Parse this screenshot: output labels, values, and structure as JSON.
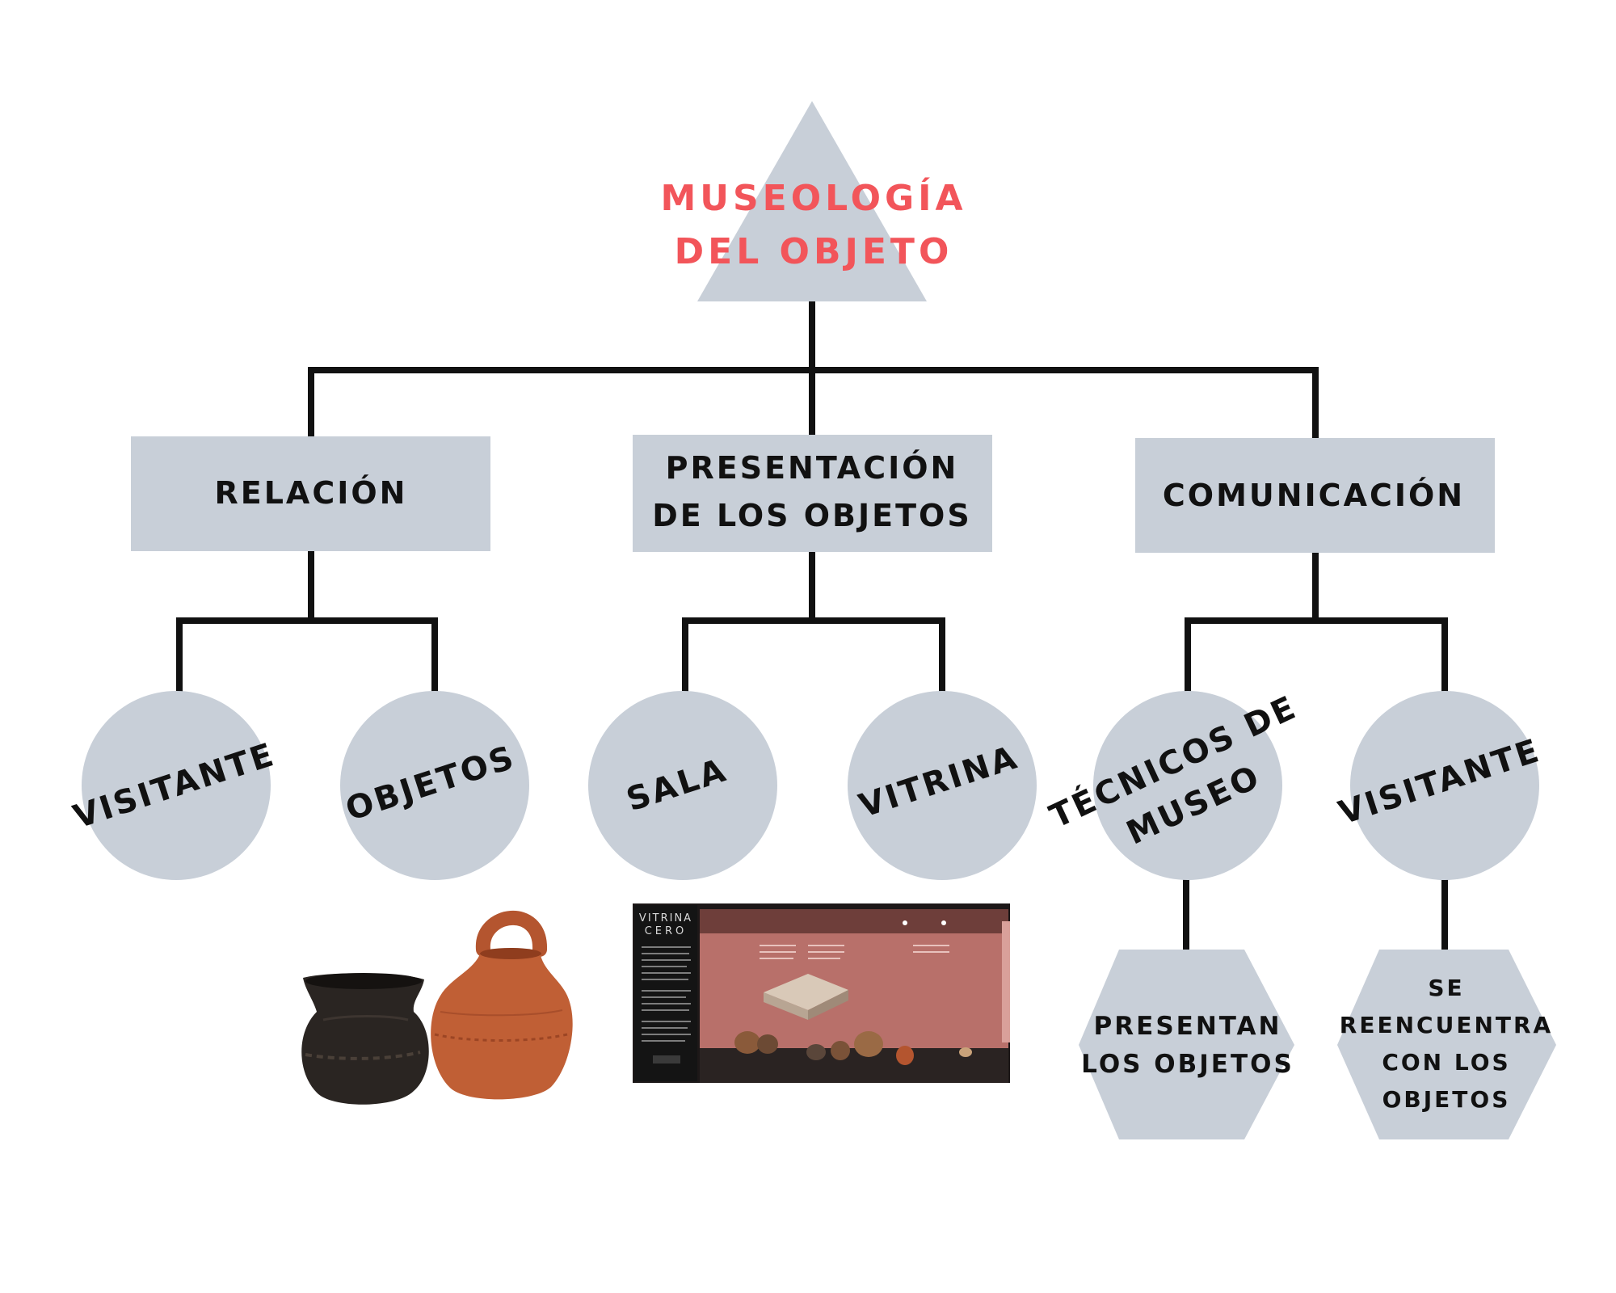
{
  "colors": {
    "shape_fill": "#c8cfd8",
    "title_color": "#f2555a",
    "text_color": "#111111",
    "connector_color": "#111111"
  },
  "root": {
    "line1": "MUSEOLOGÍA",
    "line2": "DEL OBJETO"
  },
  "branches": [
    {
      "label_lines": [
        "RELACIÓN"
      ],
      "children": [
        {
          "label_lines": [
            "VISITANTE"
          ]
        },
        {
          "label_lines": [
            "OBJETOS"
          ]
        }
      ]
    },
    {
      "label_lines": [
        "PRESENTACIÓN",
        "DE LOS OBJETOS"
      ],
      "children": [
        {
          "label_lines": [
            "SALA"
          ]
        },
        {
          "label_lines": [
            "VITRINA"
          ]
        }
      ]
    },
    {
      "label_lines": [
        "COMUNICACIÓN"
      ],
      "children": [
        {
          "label_lines": [
            "TÉCNICOS DE",
            "MUSEO"
          ],
          "leaf": {
            "label_lines": [
              "PRESENTAN",
              "LOS OBJETOS"
            ]
          }
        },
        {
          "label_lines": [
            "VISITANTE"
          ],
          "leaf": {
            "label_lines": [
              "SE",
              "REENCUENTRA",
              "CON LOS",
              "OBJETOS"
            ]
          }
        }
      ]
    }
  ],
  "images": {
    "pottery_photo": {
      "icon": "ceramic-vessels-photo"
    },
    "vitrine_photo": {
      "icon": "museum-display-case-photo",
      "sign_line1": "VITRINA",
      "sign_line2": "CERO"
    }
  }
}
